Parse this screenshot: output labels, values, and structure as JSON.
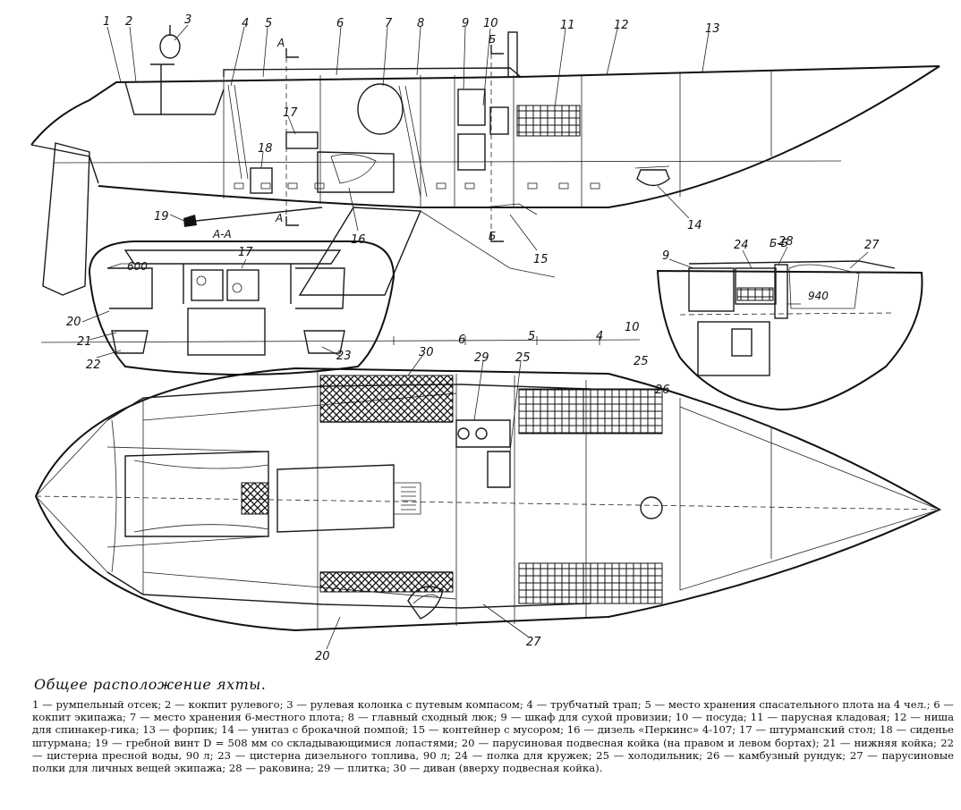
{
  "labels": {
    "callouts": [
      "1",
      "2",
      "3",
      "4",
      "5",
      "6",
      "7",
      "8",
      "9",
      "10",
      "11",
      "12",
      "13",
      "14",
      "15",
      "16",
      "17",
      "18",
      "19",
      "20",
      "21",
      "22",
      "23",
      "24",
      "25",
      "26",
      "27",
      "28",
      "29",
      "30"
    ],
    "section_marks": {
      "a": "А",
      "b": "Б",
      "a_section": "А-А",
      "b_section": "Б-Б"
    },
    "dim_600": "600",
    "dim_940": "940",
    "bottom_20": "20",
    "bottom_27": "27"
  },
  "caption": {
    "title": "Общее расположение яхты.",
    "text": "1 — румпельный отсек; 2 — кокпит рулевого; 3 — рулевая колонка с путевым компасом; 4 — трубчатый трап; 5 — место хранения спасательного плота на 4 чел.; 6 — кокпит экипажа; 7 — место хранения 6-местного плота; 8 — главный сходный люк; 9 — шкаф для сухой провизии; 10 — посуда; 11 — парусная кладовая; 12 — ниша для спинакер-гика; 13 — форпик; 14 — унитаз с брокачной помпой; 15 — контейнер с мусором; 16 — дизель «Перкинс» 4-107; 17 — штурманский стол; 18 — сиденье штурмана; 19 — гребной винт D = 508 мм со складывающимися лопастями; 20 — парусиновая подвесная койка (на правом и левом бортах); 21 — нижняя койка; 22 — цистерна пресной воды, 90 л; 23 — цистерна дизельного топлива, 90 л; 24 — полка для кружек; 25 — холодильник; 26 — камбузный рундук; 27 — парусиновые полки для личных вещей экипажа; 28 — раковина; 29 — плитка; 30 — диван (вверху подвесная койка)."
  }
}
